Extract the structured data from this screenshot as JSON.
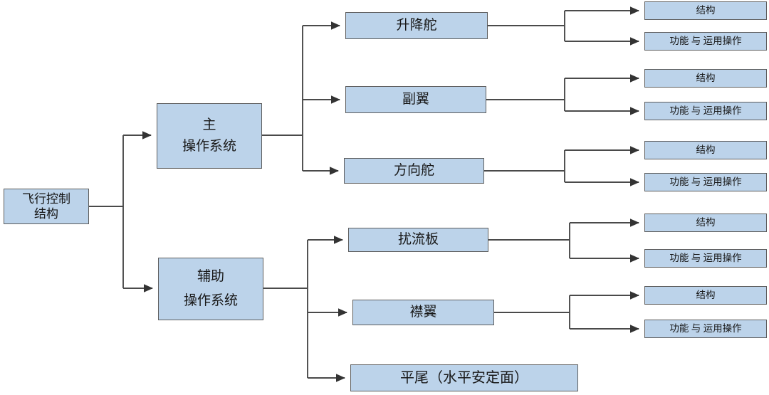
{
  "diagram": {
    "title": "飞行控制结构",
    "type": "tree",
    "orientation": "left-to-right",
    "colors": {
      "node_fill": "#bcd3ea",
      "node_border": "#5d5d5d",
      "connector": "#4a4a4a",
      "background": "#ffffff",
      "text": "#181818"
    },
    "root": {
      "id": "root",
      "line1": "飞行控制",
      "line2": "结构"
    },
    "systems": [
      {
        "id": "main-system",
        "line1": "主",
        "line2": "操作系统"
      },
      {
        "id": "aux-system",
        "line1": "辅助",
        "line2": "操作系统"
      }
    ],
    "surfaces": [
      {
        "id": "elevator",
        "label": "升降舵",
        "parent": "main-system"
      },
      {
        "id": "aileron",
        "label": "副翼",
        "parent": "main-system"
      },
      {
        "id": "rudder",
        "label": "方向舵",
        "parent": "main-system"
      },
      {
        "id": "spoiler",
        "label": "扰流板",
        "parent": "aux-system"
      },
      {
        "id": "flap",
        "label": "襟翼",
        "parent": "aux-system"
      },
      {
        "id": "htail",
        "label": "平尾（水平安定面）",
        "parent": "aux-system"
      }
    ],
    "leaves": [
      {
        "id": "elevator-structure",
        "label": "结构",
        "parent": "elevator"
      },
      {
        "id": "elevator-function",
        "label": "功能 与 运用操作",
        "parent": "elevator"
      },
      {
        "id": "aileron-structure",
        "label": "结构",
        "parent": "aileron"
      },
      {
        "id": "aileron-function",
        "label": "功能 与 运用操作",
        "parent": "aileron"
      },
      {
        "id": "rudder-structure",
        "label": "结构",
        "parent": "rudder"
      },
      {
        "id": "rudder-function",
        "label": "功能 与 运用操作",
        "parent": "rudder"
      },
      {
        "id": "spoiler-structure",
        "label": "结构",
        "parent": "spoiler"
      },
      {
        "id": "spoiler-function",
        "label": "功能 与 运用操作",
        "parent": "spoiler"
      },
      {
        "id": "flap-structure",
        "label": "结构",
        "parent": "flap"
      },
      {
        "id": "flap-function",
        "label": "功能 与 运用操作",
        "parent": "flap"
      }
    ]
  }
}
